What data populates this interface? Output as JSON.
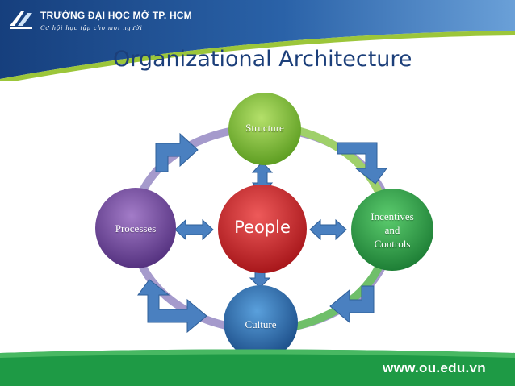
{
  "header": {
    "logo_name": "TRƯỜNG ĐẠI HỌC MỞ TP. HCM",
    "logo_slogan": "Cơ hội học tập cho mọi người",
    "title": "Organizational Architecture"
  },
  "diagram": {
    "center": "People",
    "nodes": {
      "structure": "Structure",
      "incentives": [
        "Incentives",
        "and",
        "Controls"
      ],
      "culture": "Culture",
      "processes": "Processes"
    }
  },
  "footer": {
    "url": "www.ou.edu.vn"
  },
  "colors": {
    "header_blue": "#1f4f8f",
    "header_green": "#9cc63a",
    "title": "#1c3f7a",
    "ring": "#9b8fc7",
    "arrow": "#4a80c0",
    "structure": "#86c33a",
    "incentives": "#34a54a",
    "culture": "#2f74b5",
    "processes": "#7a4fa4",
    "people": "#d42b2e",
    "footer_green": "#1e9a45"
  }
}
